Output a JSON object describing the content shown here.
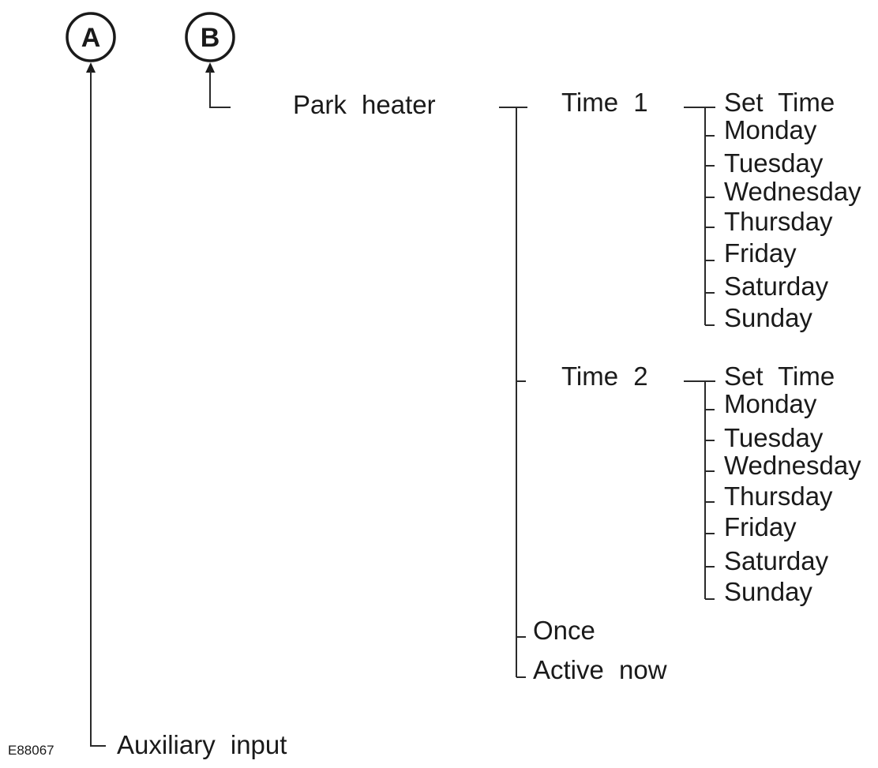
{
  "badges": {
    "a": "A",
    "b": "B"
  },
  "root_label": "Auxiliary input",
  "park_heater": {
    "label": "Park heater",
    "time1": {
      "label": "Time 1",
      "items": [
        "Set Time",
        "Monday",
        "Tuesday",
        "Wednesday",
        "Thursday",
        "Friday",
        "Saturday",
        "Sunday"
      ]
    },
    "time2": {
      "label": "Time 2",
      "items": [
        "Set Time",
        "Monday",
        "Tuesday",
        "Wednesday",
        "Thursday",
        "Friday",
        "Saturday",
        "Sunday"
      ]
    },
    "once": "Once",
    "active_now": "Active now"
  },
  "figure_code": "E88067"
}
